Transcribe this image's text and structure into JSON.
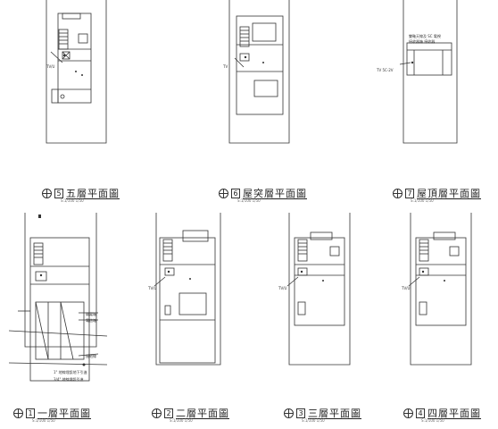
{
  "plans": [
    {
      "id": "5f",
      "number": "5",
      "name": "五層平面圖",
      "scale": "S:1/100 1/50"
    },
    {
      "id": "roof",
      "number": "6",
      "name": "屋突層平面圖",
      "scale": "S:1/100 1/50"
    },
    {
      "id": "top",
      "number": "7",
      "name": "屋頂層平面圖",
      "scale": "S:1/100 1/50"
    },
    {
      "id": "1f",
      "number": "1",
      "name": "一層平面圖",
      "scale": "S:1/100 1/50"
    },
    {
      "id": "2f",
      "number": "2",
      "name": "二層平面圖",
      "scale": "S:1/100 1/50"
    },
    {
      "id": "3f",
      "number": "3",
      "name": "三層平面圖",
      "scale": "S:1/100 1/50"
    },
    {
      "id": "4f",
      "number": "4",
      "name": "四層平面圖",
      "scale": "S:1/100 1/50"
    }
  ],
  "annotations": {
    "tv_5f": "TV/U",
    "tv_roof": "TV",
    "tv_top": "TV 5C-2V",
    "top_note_1": "雙軸天線及 SC 電視",
    "top_note_2": "接收器箱 接收器",
    "tv_2f": "TV/U",
    "tv_3f": "TV/U",
    "tv_4f": "TV/U",
    "1f_note_1": "1\" 地線埋設地下引進",
    "1f_note_2": "3/4\" 地線埋設引進",
    "1f_box_1": "弱電箱",
    "1f_box_2": "電信箱",
    "1f_mark": "接地線"
  }
}
